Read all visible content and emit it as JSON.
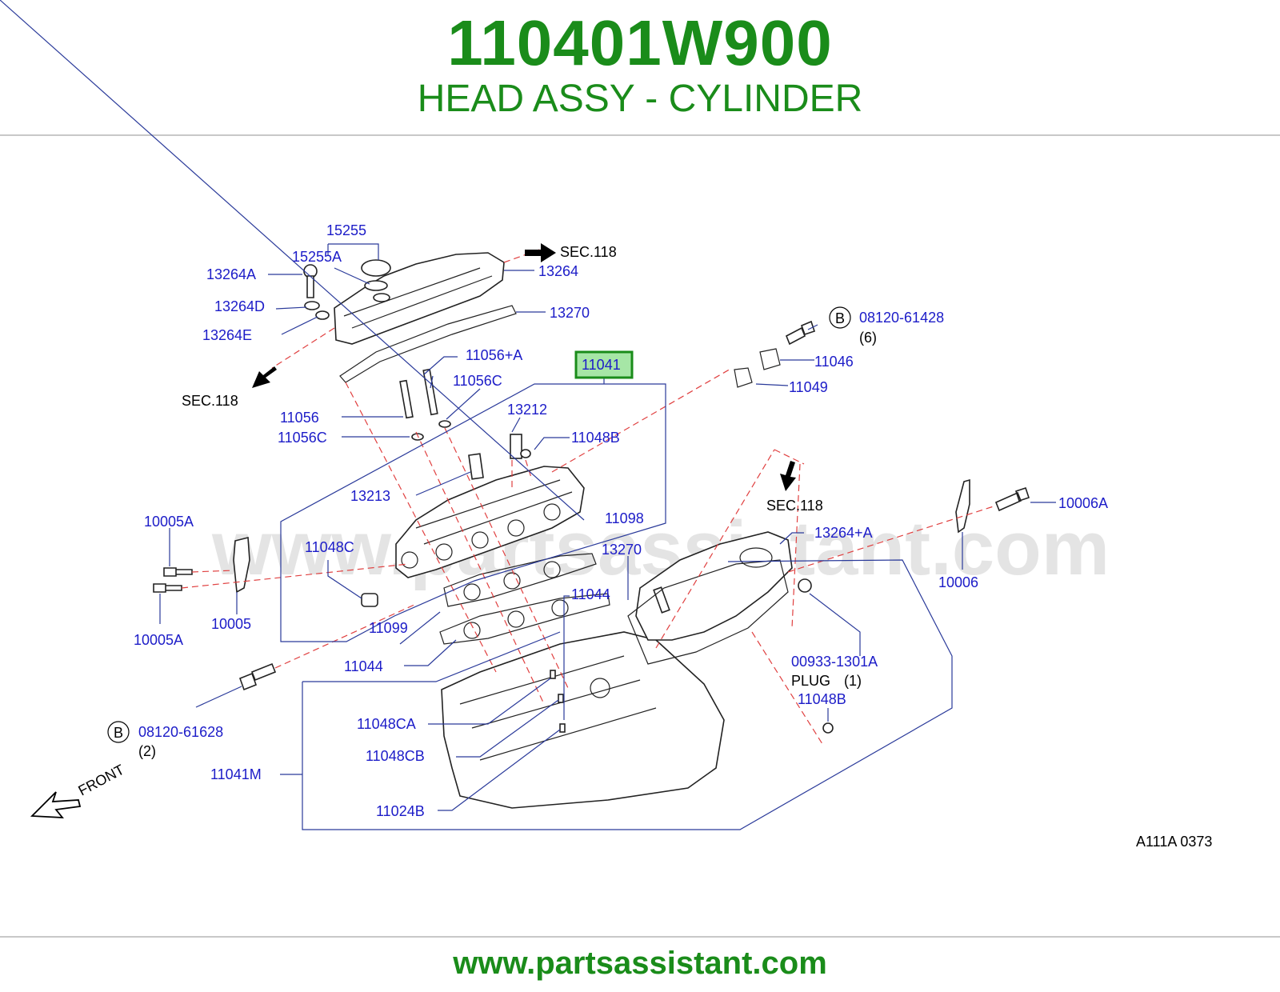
{
  "header": {
    "part_number": "110401W900",
    "part_name": "HEAD ASSY - CYLINDER"
  },
  "watermark": "www.partsassistant.com",
  "footer": {
    "url": "www.partsassistant.com"
  },
  "diagram_code": "A111A 0373",
  "front_label": "FRONT",
  "bolt_marker": "B",
  "labels": {
    "p15255": "15255",
    "p15255A": "15255A",
    "p13264A": "13264A",
    "p13264D": "13264D",
    "p13264E": "13264E",
    "p13264": "13264",
    "p13270_top": "13270",
    "sec118_top": "SEC.118",
    "sec118_left": "SEC.118",
    "sec118_right": "SEC.118",
    "p08120_61428": "08120-61428",
    "qty6": "(6)",
    "p11046": "11046",
    "p11049": "11049",
    "p11041": "11041",
    "p11056A": "11056+A",
    "p11056C_a": "11056C",
    "p11056": "11056",
    "p11056C_b": "11056C",
    "p13212": "13212",
    "p11048B_a": "11048B",
    "p13213": "13213",
    "p11098": "11098",
    "p10005A_a": "10005A",
    "p11048C": "11048C",
    "p10005": "10005",
    "p10005A_b": "10005A",
    "p11099": "11099",
    "p13270_mid": "13270",
    "p11044_a": "11044",
    "p11044_b": "11044",
    "p13264A_plus": "13264+A",
    "p10006A": "10006A",
    "p10006": "10006",
    "p00933": "00933-1301A",
    "plug": "PLUG",
    "plug_qty": "(1)",
    "p11048B_b": "11048B",
    "p11048CA": "11048CA",
    "p11048CB": "11048CB",
    "p11024B": "11024B",
    "p11041M": "11041M",
    "p08120_61628": "08120-61628",
    "qty2": "(2)"
  },
  "colors": {
    "accent_green": "#1a8c1a",
    "label_blue": "#1c1cc8",
    "leader_red": "#e04040",
    "highlight": "#a6e6a6"
  }
}
